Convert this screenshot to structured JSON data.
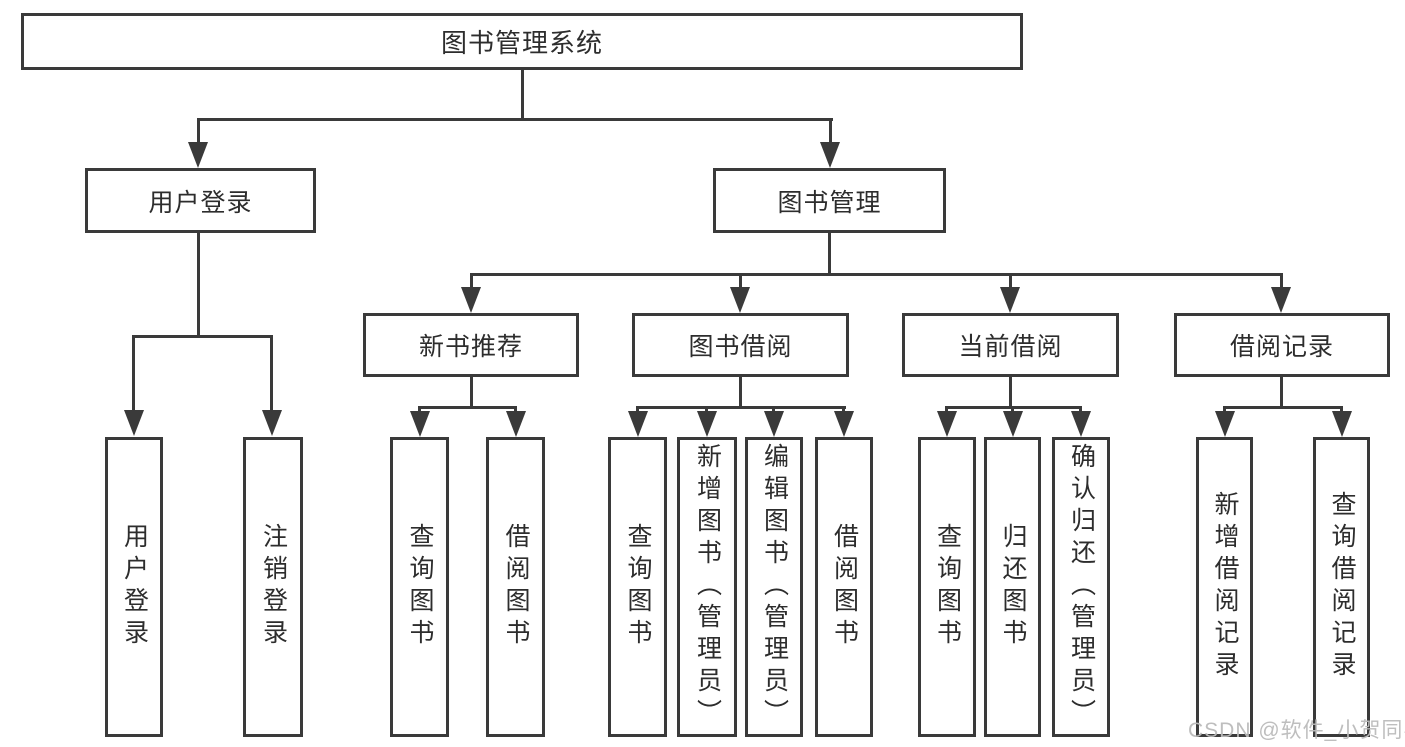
{
  "tree": {
    "root": {
      "label": "图书管理系统"
    },
    "children": [
      {
        "label": "用户登录",
        "leaves": [
          "用户登录",
          "注销登录"
        ]
      },
      {
        "label": "图书管理",
        "children": [
          {
            "label": "新书推荐",
            "leaves": [
              "查询图书",
              "借阅图书"
            ]
          },
          {
            "label": "图书借阅",
            "leaves": [
              "查询图书",
              "新增图书（管理员）",
              "编辑图书（管理员）",
              "借阅图书"
            ]
          },
          {
            "label": "当前借阅",
            "leaves": [
              "查询图书",
              "归还图书",
              "确认归还（管理员）"
            ]
          },
          {
            "label": "借阅记录",
            "leaves": [
              "新增借阅记录",
              "查询借阅记录"
            ]
          }
        ]
      }
    ]
  },
  "watermark": {
    "text": "CSDN @软件_小贺同学"
  },
  "colors": {
    "line": "#3a3a3a",
    "text": "#2d2d2d",
    "watermark": "#bababa",
    "background": "#ffffff"
  }
}
